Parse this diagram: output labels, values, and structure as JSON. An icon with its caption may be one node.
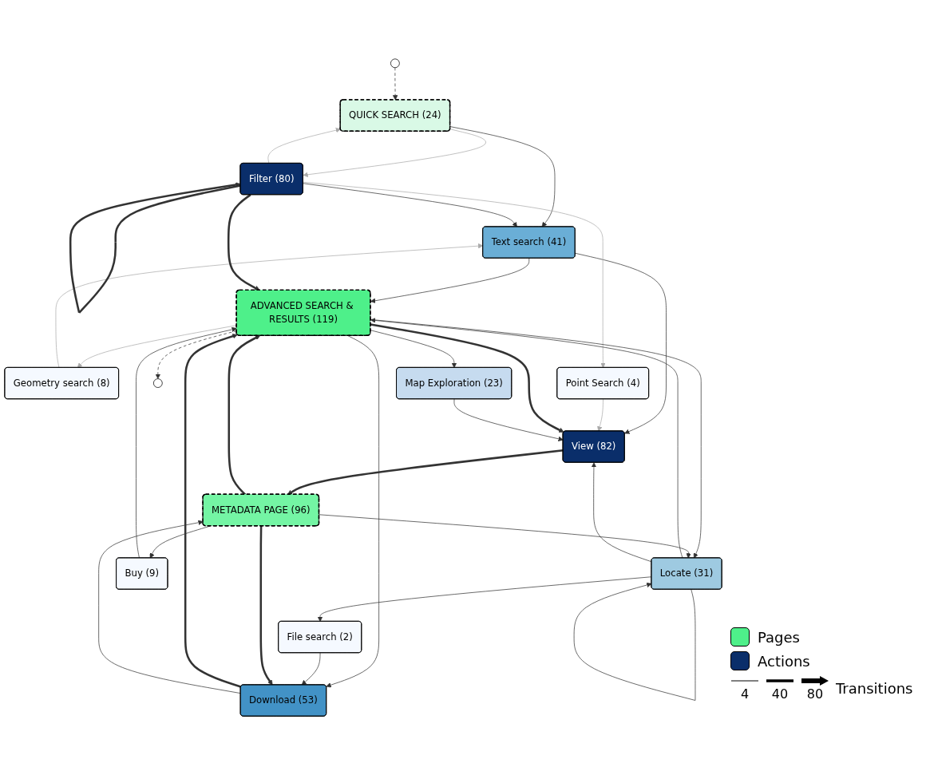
{
  "diagram": {
    "nodes": [
      {
        "text": [],
        "shape": "circle"
      },
      {
        "text": [
          "QUICK SEARCH (24)"
        ]
      },
      {
        "text": [
          "Filter (80)"
        ]
      },
      {
        "text": [
          "Text search (41)"
        ]
      },
      {
        "text": [
          "Geometry search (8)"
        ]
      },
      {
        "text": [
          "Point Search (4)"
        ]
      },
      {
        "text": [],
        "shape": "circle"
      },
      {
        "text": [
          "ADVANCED SEARCH & RESULTS (119)"
        ]
      },
      {
        "text": [
          "Map Exploration (23)"
        ]
      },
      {
        "text": [
          "Locate (31)"
        ]
      },
      {
        "text": [
          "View (82)"
        ]
      },
      {
        "text": [
          "File search (2)"
        ]
      },
      {
        "text": [
          "Download (53)"
        ]
      },
      {
        "text": [
          "Buy (9)"
        ]
      },
      {
        "text": [
          "METADATA PAGE (96)"
        ]
      }
    ],
    "edges": [
      {
        "from": 0,
        "to": 1,
        "arrow": "to",
        "style": "dashed"
      },
      {
        "from": 1,
        "to": 2,
        "arrow": "to",
        "color": "#aaaaaa"
      },
      {
        "from": 2,
        "to": 1,
        "arrow": "to",
        "color": "#aaaaaa"
      },
      {
        "from": 1,
        "to": 3,
        "arrow": "to"
      },
      {
        "from": 2,
        "to": 3,
        "arrow": "to"
      },
      {
        "from": 4,
        "to": 3,
        "arrow": "to",
        "color": "#aaaaaa"
      },
      {
        "from": 7,
        "to": 4,
        "arrow": "to",
        "color": "#aaaaaa"
      },
      {
        "from": 3,
        "to": 7,
        "arrow": "to"
      },
      {
        "from": 3,
        "to": 10,
        "arrow": "to"
      },
      {
        "from": 2,
        "to": 2,
        "arrow": "to",
        "style": "thick"
      },
      {
        "from": 2,
        "to": 7,
        "arrow": "to",
        "style": "thick"
      },
      {
        "from": 2,
        "to": 5,
        "arrow": "to",
        "color": "#aaaaaa"
      },
      {
        "from": 5,
        "to": 10,
        "arrow": "to",
        "color": "#aaaaaa"
      },
      {
        "from": 7,
        "to": 6,
        "arrow": "to",
        "style": "dashed"
      },
      {
        "from": 7,
        "to": 10,
        "arrow": "to",
        "style": "thick"
      },
      {
        "from": 7,
        "to": 8,
        "arrow": "to"
      },
      {
        "from": 8,
        "to": 10,
        "arrow": "to"
      },
      {
        "from": 7,
        "to": 9,
        "arrow": "to"
      },
      {
        "from": 9,
        "to": 7,
        "arrow": "to"
      },
      {
        "from": 9,
        "to": 10,
        "arrow": "to"
      },
      {
        "from": 9,
        "to": 9,
        "arrow": "to"
      },
      {
        "from": 9,
        "to": 11,
        "arrow": "to"
      },
      {
        "from": 7,
        "to": 12,
        "arrow": "to"
      },
      {
        "from": 11,
        "to": 12,
        "arrow": "to"
      },
      {
        "from": 12,
        "to": 7,
        "arrow": "to",
        "style": "thick"
      },
      {
        "from": 12,
        "to": 14,
        "arrow": "to"
      },
      {
        "from": 14,
        "to": 12,
        "arrow": "to",
        "style": "thick"
      },
      {
        "from": 14,
        "to": 9,
        "arrow": "to"
      },
      {
        "from": 14,
        "to": 13,
        "arrow": "to"
      },
      {
        "from": 13,
        "to": 7,
        "arrow": "to"
      },
      {
        "from": 14,
        "to": 7,
        "arrow": "to",
        "style": "thick"
      },
      {
        "from": 10,
        "to": 14,
        "arrow": "to",
        "style": "thick"
      }
    ],
    "labels": [
      "4",
      "40",
      "80"
    ],
    "legend": [
      {
        "text": "Pages",
        "color": "#4ef08a"
      },
      {
        "text": "Actions",
        "color": "#0a2e6a"
      },
      {
        "text": "Transitions"
      }
    ]
  }
}
